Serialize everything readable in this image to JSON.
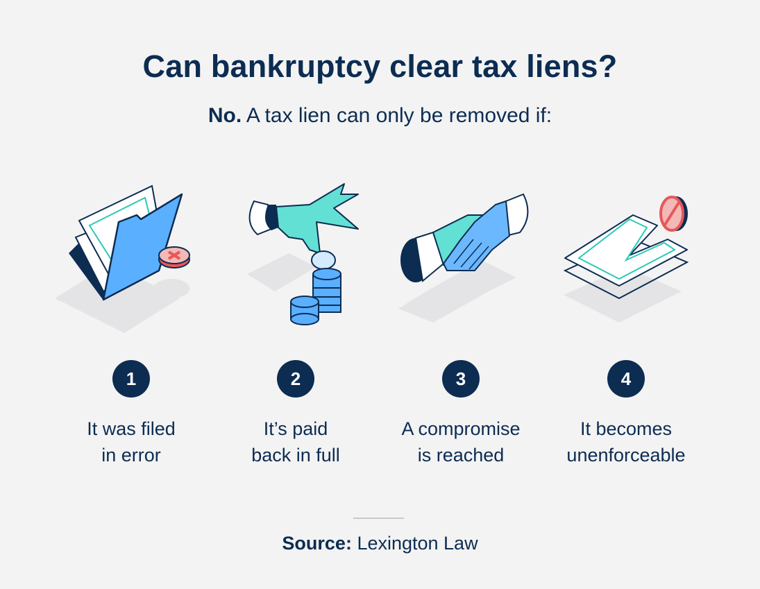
{
  "title": "Can bankruptcy clear tax liens?",
  "subtitle": {
    "bold": "No.",
    "text": " A tax lien can only be removed if:"
  },
  "items": [
    {
      "number": "1",
      "line1": "It was filed",
      "line2": "in error",
      "icon": "folder-with-x-icon"
    },
    {
      "number": "2",
      "line1": "It’s paid",
      "line2": "back in full",
      "icon": "hand-with-coins-icon"
    },
    {
      "number": "3",
      "line1": "A compromise",
      "line2": "is reached",
      "icon": "handshake-icon"
    },
    {
      "number": "4",
      "line1": "It becomes",
      "line2": "unenforceable",
      "icon": "torn-document-prohibited-icon"
    }
  ],
  "source": {
    "label": "Source:",
    "text": " Lexington Law"
  },
  "colors": {
    "navy": "#0c2c52",
    "blue": "#5aafff",
    "teal": "#62e0d4",
    "red": "#e85757",
    "background": "#f3f3f3"
  }
}
